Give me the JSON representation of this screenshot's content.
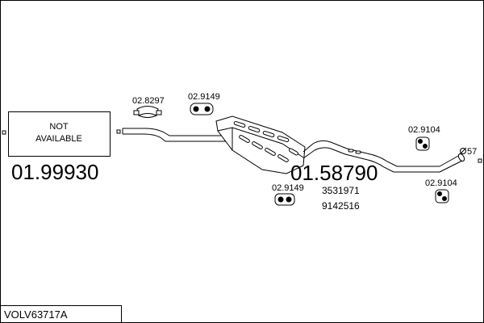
{
  "exhaust_diagram": {
    "footer_code": "VOLV63717A",
    "not_available_lines": [
      "NOT",
      "AVAILABLE"
    ],
    "front_pipe_number": "01.99930",
    "silencer_number": "01.58790",
    "oe_numbers": [
      "3531971",
      "9142516"
    ],
    "parts": {
      "clamp": "02.8297",
      "rubber_mount_top": "02.9149",
      "rubber_mount_bottom": "02.9149",
      "rubber_mount_right_top": "02.9104",
      "rubber_mount_right_bottom": "02.9104"
    },
    "tailpipe_diameter": "57"
  }
}
